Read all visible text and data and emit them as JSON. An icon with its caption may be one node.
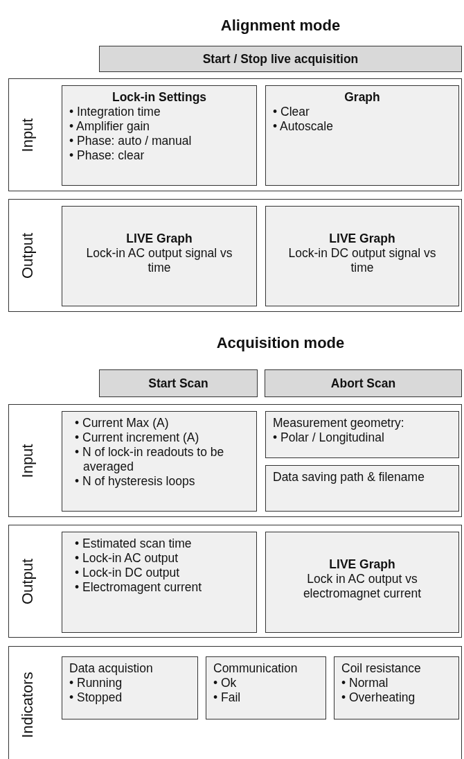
{
  "diagram": {
    "nodes": [
      {
        "text": [
          "Start / Stop live acquisition"
        ]
      },
      {
        "text": [
          "Input"
        ]
      },
      {
        "text": [
          "Lock-in Settings",
          "• Integration time",
          "• Amplifier gain",
          "• Phase: auto / manual",
          "• Phase: clear"
        ],
        "in": 1
      },
      {
        "text": [
          "Graph",
          "• Clear",
          "• Autoscale"
        ],
        "in": 1
      },
      {
        "text": [
          "Output"
        ]
      },
      {
        "text": [
          "LIVE Graph",
          "Lock-in AC output signal vs time"
        ],
        "in": 4
      },
      {
        "text": [
          "LIVE Graph",
          "Lock-in DC output signal vs time"
        ],
        "in": 4
      },
      {
        "text": [
          "Start Scan"
        ]
      },
      {
        "text": [
          "Abort Scan"
        ]
      },
      {
        "text": [
          "Input"
        ]
      },
      {
        "text": [
          "• Current Max (A)",
          "• Current increment (A)",
          "• N of lock-in readouts to be averaged",
          "• N of hysteresis loops"
        ],
        "in": 9
      },
      {
        "text": [
          "Measurement geometry:",
          "• Polar / Longitudinal"
        ],
        "in": 9
      },
      {
        "text": [
          "Data saving path & filename"
        ],
        "in": 9
      },
      {
        "text": [
          "Output"
        ]
      },
      {
        "text": [
          "• Estimated scan time",
          "• Lock-in AC output",
          "• Lock-in DC output",
          "• Electromagent current"
        ],
        "in": 13
      },
      {
        "text": [
          "LIVE Graph",
          "Lock in AC output vs electromagnet current"
        ],
        "in": 13
      },
      {
        "text": [
          "Indicators"
        ]
      },
      {
        "text": [
          "Data acquistion",
          "• Running",
          "• Stopped"
        ],
        "in": 16
      },
      {
        "text": [
          "Communication",
          "• Ok",
          "• Fail"
        ],
        "in": 16
      },
      {
        "text": [
          "Coil resistance",
          "• Normal",
          "• Overheating"
        ],
        "in": 16
      }
    ],
    "labels": [
      "Alignment mode",
      "Acquisition mode"
    ]
  }
}
